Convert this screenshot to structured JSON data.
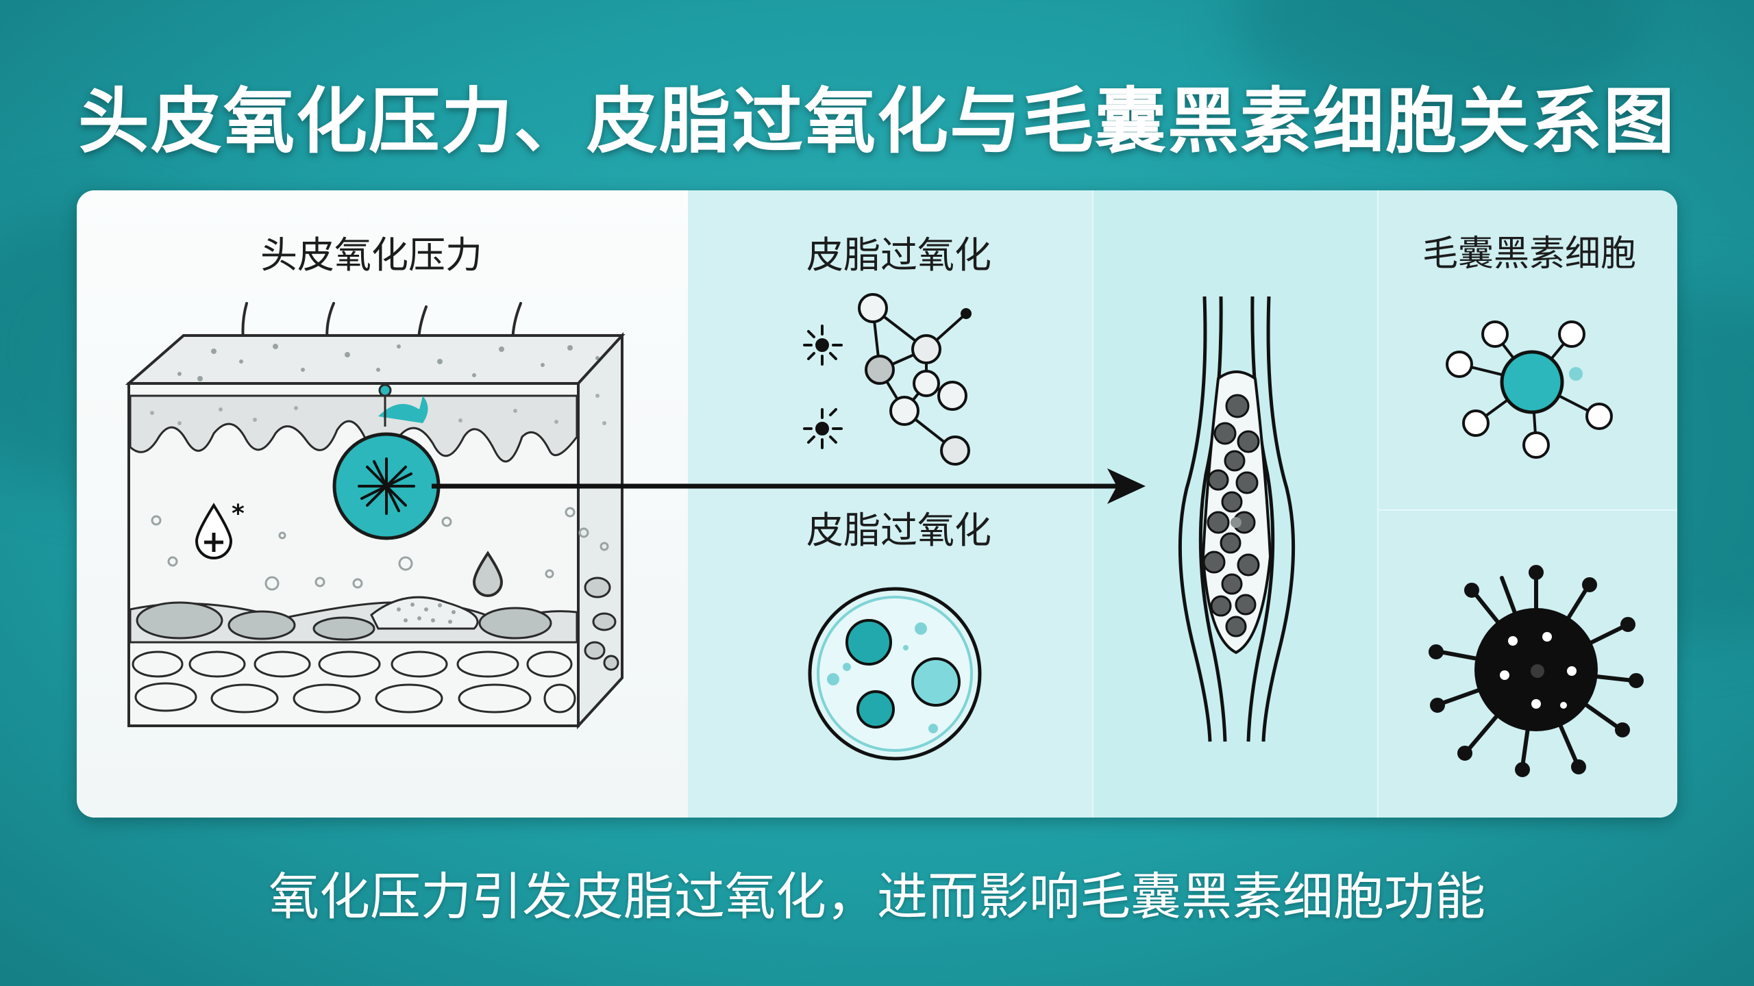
{
  "title": "头皮氧化压力、皮脂过氧化与毛囊黑素细胞关系图",
  "panels": {
    "scalp_stress": {
      "label": "头皮氧化压力"
    },
    "sebum_peroxidation": {
      "label_top": "皮脂过氧化",
      "label_middle": "皮脂过氧化"
    },
    "melanocyte": {
      "label": "毛囊黑素细胞"
    }
  },
  "caption": "氧化压力引发皮脂过氧化，进而影响毛囊黑素细胞功能",
  "colors": {
    "background": "#1e9ea4",
    "accent": "#2bb7bb",
    "panel_light": "#d3f1f2",
    "ink": "#111111"
  },
  "icons": [
    "skin-cross-section-icon",
    "oxidative-burst-icon",
    "lipid-chain-icon",
    "lipid-droplet-icon",
    "hair-follicle-icon",
    "healthy-melanocyte-icon",
    "damaged-melanocyte-icon",
    "flow-arrow-icon"
  ]
}
